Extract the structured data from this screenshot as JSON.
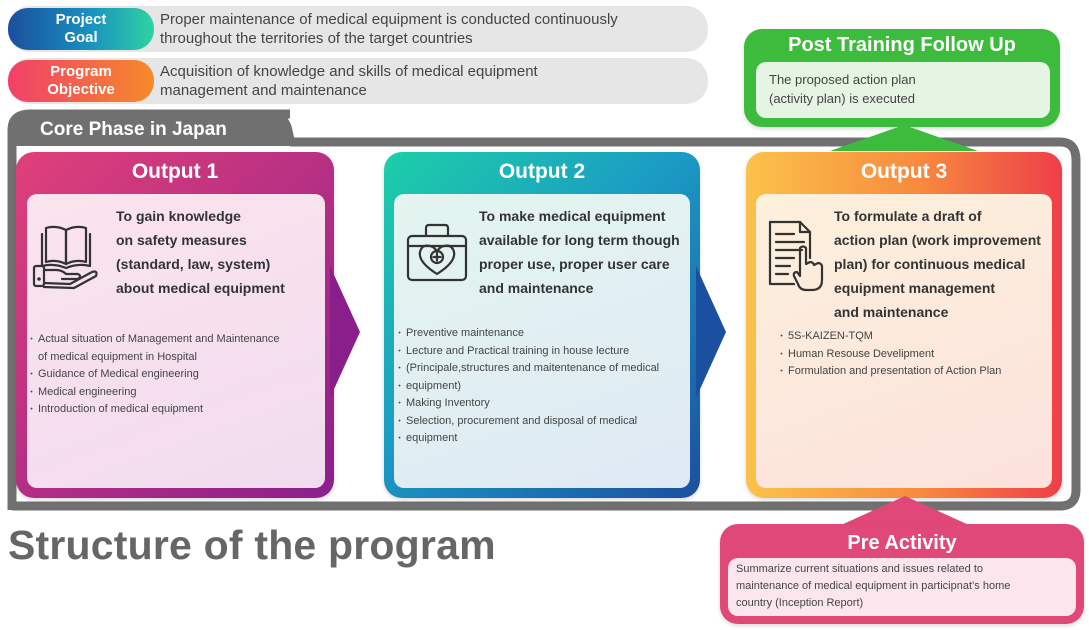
{
  "project_goal": {
    "label_line1": "Project",
    "label_line2": "Goal",
    "text_line1": "Proper maintenance of medical equipment is conducted continuously",
    "text_line2": "throughout the territories of the target countries"
  },
  "program_objective": {
    "label_line1": "Program",
    "label_line2": "Objective",
    "text_line1": "Acquisition of knowledge and skills of medical equipment",
    "text_line2": "management and maintenance"
  },
  "core_phase": {
    "label": "Core Phase in Japan"
  },
  "post_training": {
    "title": "Post Training Follow Up",
    "text_line1": "The proposed action plan",
    "text_line2": "(activity plan) is executed"
  },
  "outputs": [
    {
      "title": "Output 1",
      "icon": "book-in-hand-icon",
      "heading_lines": [
        "To gain knowledge",
        "on safety measures",
        "(standard, law, system)",
        "about medical equipment"
      ],
      "bullets": [
        "Actual situation of Management and Maintenance",
        "of medical equipment in Hospital",
        "Guidance of Medical engineering",
        "Medical engineering",
        "Introduction of medical equipment"
      ]
    },
    {
      "title": "Output 2",
      "icon": "medical-kit-heart-icon",
      "heading_lines": [
        "To make medical equipment",
        "available for long term though",
        "proper use, proper user care",
        "and maintenance"
      ],
      "bullets": [
        "Preventive maintenance",
        "Lecture and Practical training in house lecture",
        "(Principale,structures and maitentenance of medical",
        "equipment)",
        "Making Inventory",
        "Selection, procurement and disposal of medical",
        "equipment"
      ]
    },
    {
      "title": "Output 3",
      "icon": "document-hand-icon",
      "heading_lines": [
        "To formulate a draft of",
        "action plan (work improvement",
        "plan) for continuous medical",
        "equipment management",
        "and maintenance"
      ],
      "bullets": [
        "5S-KAIZEN-TQM",
        "Human Resouse Develipment",
        "Formulation and presentation of Action Plan"
      ]
    }
  ],
  "page_title": "Structure of the program",
  "pre_activity": {
    "title": "Pre Activity",
    "text_line1": "Summarize current situations and issues related to",
    "text_line2": "maintenance of medical equipment in participnat’s home",
    "text_line3": "country (Inception Report)"
  },
  "colors": {
    "goal_gradient": [
      "#1b4f9c",
      "#2ed3a3"
    ],
    "objective_gradient": [
      "#f0406a",
      "#f58a2a"
    ],
    "output1": [
      "#e0407a",
      "#8a1f8c"
    ],
    "output2": [
      "#1ccfa8",
      "#1b4fa0"
    ],
    "output3": [
      "#fbc24a",
      "#ef3e4a"
    ],
    "post_training": "#3dbb3d",
    "pre_activity": "#e04878",
    "frame": "#707070"
  }
}
